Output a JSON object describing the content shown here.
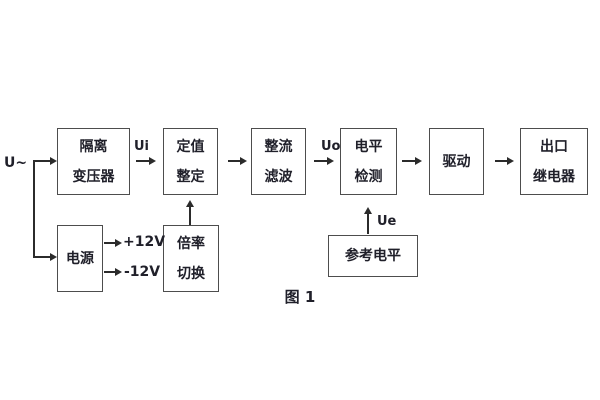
{
  "figure": {
    "caption": "图 1",
    "input_label": "U~",
    "labels": {
      "ui": "Ui",
      "uo": "Uo",
      "ue": "Ue",
      "plus12": "+12V",
      "minus12": "-12V"
    },
    "blocks": {
      "isolation_transformer": {
        "line1": "隔离",
        "line2": "变压器"
      },
      "setting": {
        "line1": "定值",
        "line2": "整定"
      },
      "rectifier_filter": {
        "line1": "整流",
        "line2": "滤波"
      },
      "level_detection": {
        "line1": "电平",
        "line2": "检测"
      },
      "driver": {
        "line1": "驱动"
      },
      "output_relay": {
        "line1": "出口",
        "line2": "继电器"
      },
      "power_supply": {
        "line1": "电源"
      },
      "ratio_switch": {
        "line1": "倍率",
        "line2": "切换"
      },
      "reference_level": {
        "line1": "参考电平"
      }
    },
    "colors": {
      "line": "#2b2b2b",
      "box_border": "#4d4d4d",
      "text": "#20202a",
      "background": "#ffffff"
    }
  }
}
